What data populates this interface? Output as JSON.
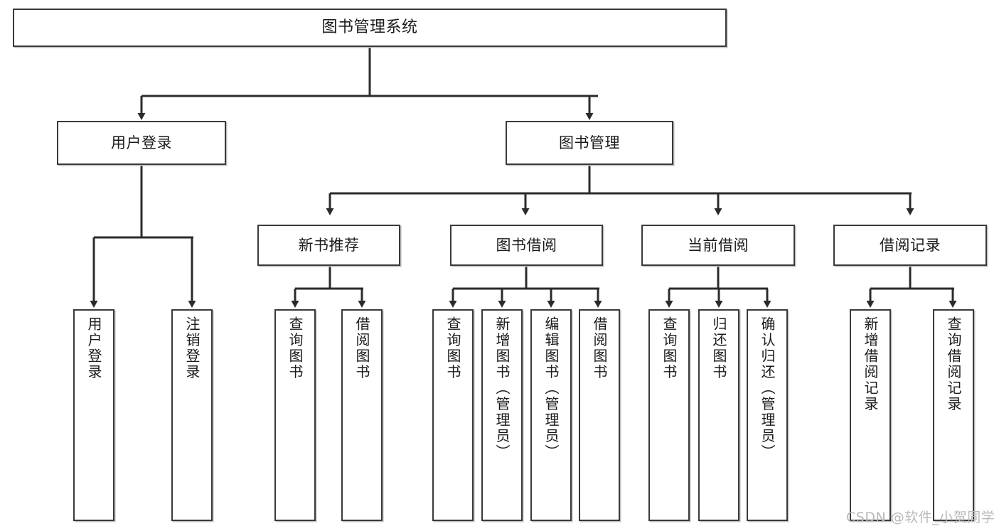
{
  "diagram": {
    "title": "图书管理系统",
    "type": "tree-functional-structure",
    "watermark": "CSDN @软件_小贺同学",
    "colors": {
      "node_border": "#3a3a3a",
      "node_fill": "#ffffff",
      "edge": "#2b2b2b",
      "watermark": "#b9b9b9",
      "background": "#ffffff"
    }
  },
  "nodes": {
    "root": {
      "label": "图书管理系统"
    },
    "level1": [
      {
        "label": "用户登录"
      },
      {
        "label": "图书管理"
      }
    ],
    "level2": [
      {
        "label": "新书推荐"
      },
      {
        "label": "图书借阅"
      },
      {
        "label": "当前借阅"
      },
      {
        "label": "借阅记录"
      }
    ],
    "leaves": {
      "user_login": [
        {
          "label": "用户登录"
        },
        {
          "label": "注销登录"
        }
      ],
      "new_book_recommend": [
        {
          "label": "查询图书"
        },
        {
          "label": "借阅图书"
        }
      ],
      "book_borrow": [
        {
          "label": "查询图书"
        },
        {
          "label": "新增图书（管理员）"
        },
        {
          "label": "编辑图书（管理员）"
        },
        {
          "label": "借阅图书"
        }
      ],
      "current_borrow": [
        {
          "label": "查询图书"
        },
        {
          "label": "归还图书"
        },
        {
          "label": "确认归还（管理员）"
        }
      ],
      "borrow_record": [
        {
          "label": "新增借阅记录"
        },
        {
          "label": "查询借阅记录"
        }
      ]
    }
  }
}
